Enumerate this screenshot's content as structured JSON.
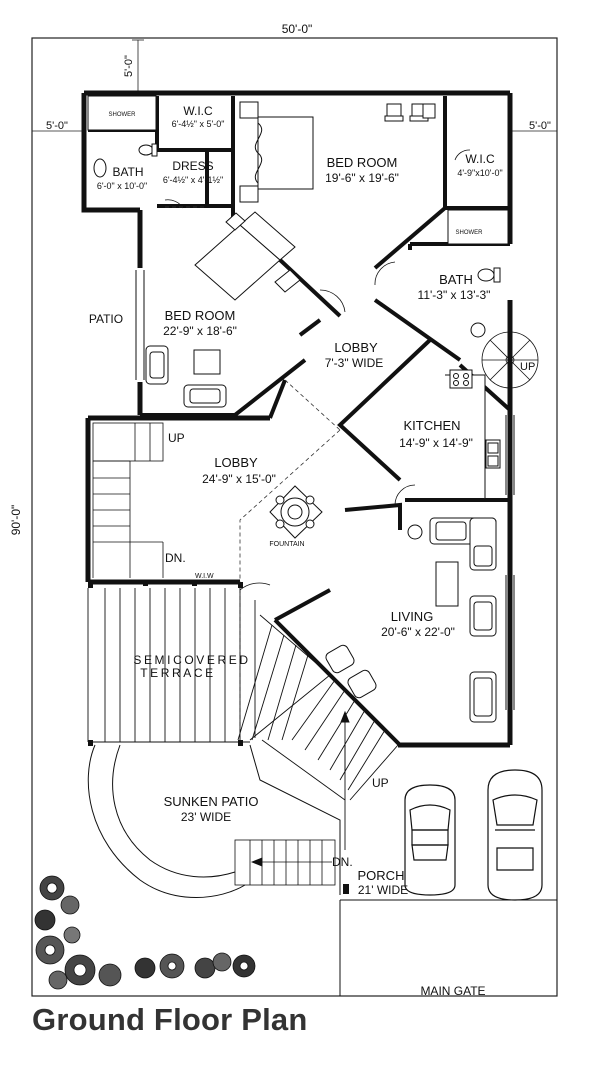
{
  "title": "Ground Floor Plan",
  "dimensions": {
    "width": "50'-0\"",
    "depth": "90'-0\"",
    "front_setback": "5'-0\"",
    "left_setback": "5'-0\"",
    "right_setback": "5'-0\""
  },
  "rooms": {
    "bath1": {
      "name": "BATH",
      "size": "6'-0\" x 10'-0\""
    },
    "shower1": {
      "name": "SHOWER"
    },
    "wic1": {
      "name": "W.I.C",
      "size": "6'-4½\" x 5'-0\""
    },
    "dress": {
      "name": "DRESS",
      "size": "6'-4½\" x 4'-1½\""
    },
    "bedroom1": {
      "name": "BED ROOM",
      "size": "19'-6\" x 19'-6\""
    },
    "wic2": {
      "name": "W.I.C",
      "size": "4'-9\"x10'-0\""
    },
    "shower2": {
      "name": "SHOWER"
    },
    "bath2": {
      "name": "BATH",
      "size": "11'-3\" x 13'-3\""
    },
    "bedroom2": {
      "name": "BED ROOM",
      "size": "22'-9\" x 18'-6\""
    },
    "patio": {
      "name": "PATIO"
    },
    "lobby1": {
      "name": "LOBBY",
      "size": "7'-3\"  WIDE"
    },
    "kitchen": {
      "name": "KITCHEN",
      "size": "14'-9\" x 14'-9\""
    },
    "lobby2": {
      "name": "LOBBY",
      "size": "24'-9\" x 15'-0\""
    },
    "fountain": {
      "name": "FOUNTAIN"
    },
    "living": {
      "name": "LIVING",
      "size": "20'-6\" x 22'-0\""
    },
    "terrace": {
      "name": "SEMICOVERED",
      "line2": "TERRACE"
    },
    "sunken": {
      "name": "SUNKEN PATIO",
      "size": "23'  WIDE"
    },
    "porch": {
      "name": "PORCH",
      "size": "21' WIDE"
    }
  },
  "markers": {
    "up": "UP",
    "dn": "DN.",
    "wiw": "W.I.W"
  },
  "main_gate": "MAIN GATE"
}
